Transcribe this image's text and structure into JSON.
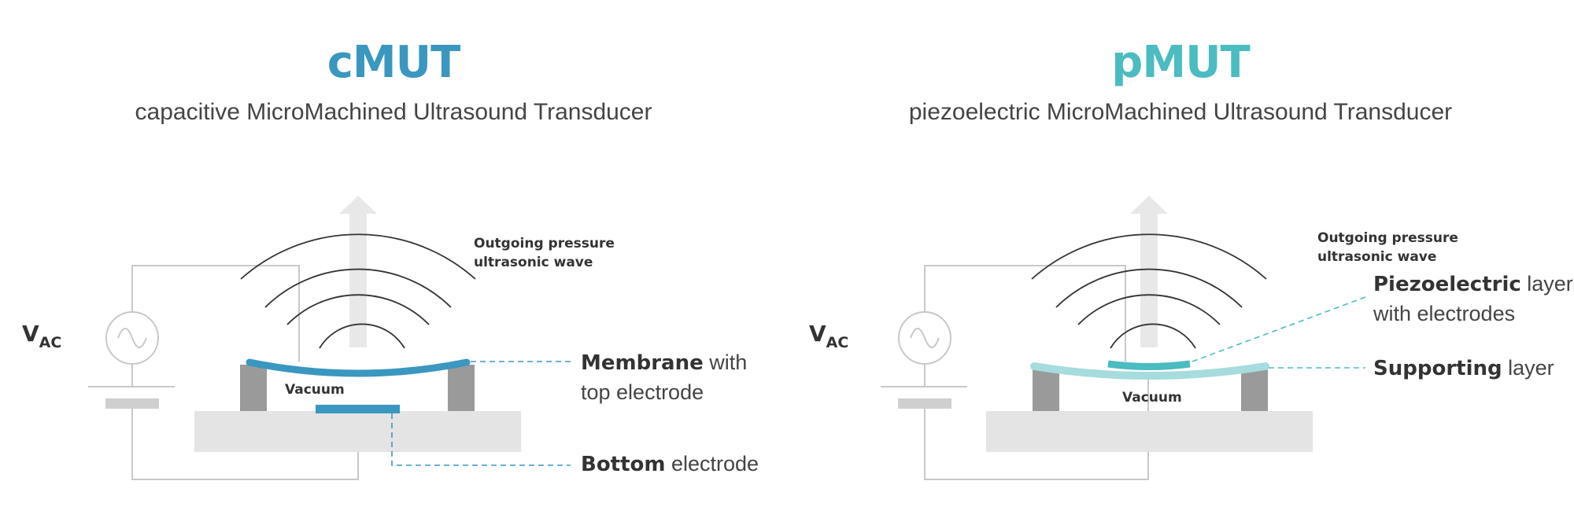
{
  "colors": {
    "cmut_accent": "#3a97bf",
    "pmut_accent": "#4bbcc0",
    "pmut_support": "#a6dcdd",
    "post_gray": "#9a9a9a",
    "substrate_gray": "#e4e4e4",
    "wire_gray": "#c8c8c8",
    "arrow_gray": "#e8e8e8",
    "text_dark": "#333333"
  },
  "cmut": {
    "title": "cMUT",
    "subtitle": "capacitive MicroMachined Ultrasound Transducer",
    "source_label": "V",
    "source_sub": "AC",
    "wave_label_line1": "Outgoing pressure",
    "wave_label_line2": "ultrasonic wave",
    "vacuum": "Vacuum",
    "membrane_bold": "Membrane",
    "membrane_rest1": " with",
    "membrane_line2": "top electrode",
    "bottom_bold": "Bottom",
    "bottom_rest": " electrode",
    "icons": [
      "ac-source-icon",
      "up-arrow-icon",
      "wave-arcs-icon"
    ]
  },
  "pmut": {
    "title": "pMUT",
    "subtitle": "piezoelectric MicroMachined Ultrasound Transducer",
    "source_label": "V",
    "source_sub": "AC",
    "wave_label_line1": "Outgoing pressure",
    "wave_label_line2": "ultrasonic wave",
    "vacuum": "Vacuum",
    "piezo_bold": "Piezoelectric",
    "piezo_rest1": " layer",
    "piezo_line2": "with electrodes",
    "support_bold": "Supporting",
    "support_rest": " layer",
    "icons": [
      "ac-source-icon",
      "up-arrow-icon",
      "wave-arcs-icon"
    ]
  }
}
